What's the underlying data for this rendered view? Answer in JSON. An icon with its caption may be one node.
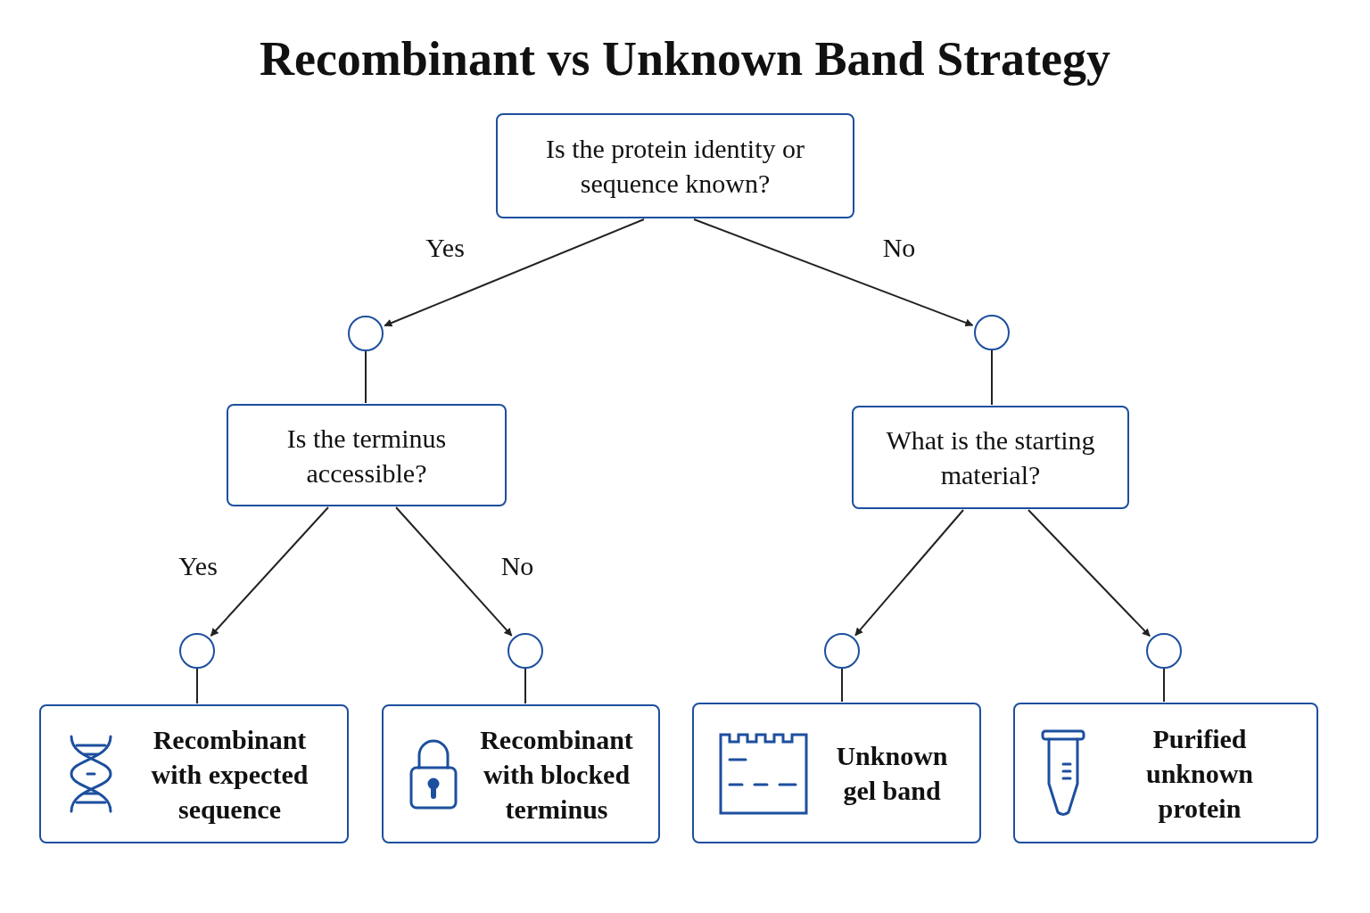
{
  "diagram": {
    "title": "Recombinant vs Unknown Band Strategy",
    "nodes": [
      {
        "text": [
          "Is the protein identity or sequence known?"
        ]
      },
      {
        "text": [],
        "shape": "circle"
      },
      {
        "text": [],
        "shape": "circle"
      },
      {
        "text": [
          "Is the terminus accessible?"
        ]
      },
      {
        "text": [
          "What is the starting material?"
        ]
      },
      {
        "text": [],
        "shape": "circle"
      },
      {
        "text": [],
        "shape": "circle"
      },
      {
        "text": [],
        "shape": "circle"
      },
      {
        "text": [],
        "shape": "circle"
      },
      {
        "text": [
          "Recombinant with expected sequence"
        ]
      },
      {
        "text": [
          "Recombinant with blocked terminus"
        ]
      },
      {
        "text": [
          "Unknown gel band"
        ]
      },
      {
        "text": [
          "Purified unknown protein"
        ]
      }
    ],
    "edges": [
      {
        "from": 0,
        "to": 1,
        "arrow": "to",
        "label": "Yes"
      },
      {
        "from": 0,
        "to": 2,
        "arrow": "to",
        "label": "No"
      },
      {
        "from": 1,
        "to": 3,
        "arrow": "none"
      },
      {
        "from": 2,
        "to": 4,
        "arrow": "none"
      },
      {
        "from": 3,
        "to": 5,
        "arrow": "to",
        "label": "Yes"
      },
      {
        "from": 3,
        "to": 6,
        "arrow": "to",
        "label": "No"
      },
      {
        "from": 4,
        "to": 7,
        "arrow": "to"
      },
      {
        "from": 4,
        "to": 8,
        "arrow": "to"
      },
      {
        "from": 5,
        "to": 9,
        "arrow": "none"
      },
      {
        "from": 6,
        "to": 10,
        "arrow": "none"
      },
      {
        "from": 7,
        "to": 11,
        "arrow": "none"
      },
      {
        "from": 8,
        "to": 12,
        "arrow": "none"
      }
    ]
  }
}
